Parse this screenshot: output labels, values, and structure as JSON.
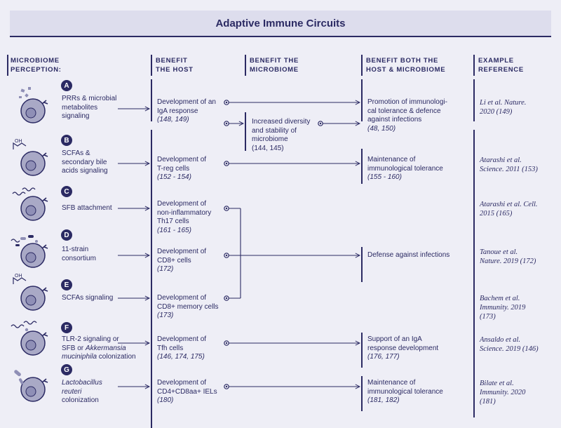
{
  "title": "Adaptive Immune Circuits",
  "headers": {
    "perception": [
      "MICROBIOME",
      "PERCEPTION:"
    ],
    "host": [
      "BENEFIT",
      "THE HOST"
    ],
    "microbiome": [
      "BENEFIT THE",
      "MICROBIOME"
    ],
    "both": [
      "BENEFIT BOTH THE",
      "HOST & MICROBIOME"
    ],
    "reference": [
      "EXAMPLE",
      "REFERENCE"
    ]
  },
  "rows": [
    {
      "badge": "A",
      "perception": [
        "PRRs & microbial",
        "metabolites",
        "signaling"
      ],
      "host": [
        "Development of an",
        "IgA response"
      ],
      "host_cite": "(148, 149)",
      "both": [
        "Promotion of immunologi-",
        "cal tolerance & defence",
        "against infections"
      ],
      "both_cite": "(48, 150)",
      "reference": [
        "Li et al. Nature.",
        "2020 (149)"
      ]
    },
    {
      "badge": "B",
      "perception": [
        "SCFAs &",
        "secondary bile",
        "acids signaling"
      ],
      "host": [
        "Development of",
        "T-reg cells"
      ],
      "host_cite": "(152 - 154)",
      "both": [
        "Maintenance of",
        "immunological tolerance"
      ],
      "both_cite": "(155 - 160)",
      "reference": [
        "Atarashi et al.",
        "Science. 2011 (153)"
      ]
    },
    {
      "badge": "C",
      "perception": [
        "SFB attachment"
      ],
      "host": [
        "Development of",
        "non-inflammatory",
        "Th17 cells"
      ],
      "host_cite": "(161 - 165)",
      "reference": [
        "Atarashi et al. Cell.",
        "2015 (165)"
      ]
    },
    {
      "badge": "D",
      "perception": [
        "11-strain",
        "consortium"
      ],
      "host": [
        "Development of",
        "CD8+ cells"
      ],
      "host_cite": "(172)",
      "both": [
        "Defense against infections"
      ],
      "reference": [
        "Tanoue et al.",
        "Nature. 2019 (172)"
      ]
    },
    {
      "badge": "E",
      "perception": [
        "SCFAs signaling"
      ],
      "host": [
        "Development of",
        "CD8+ memory cells"
      ],
      "host_cite": "(173)",
      "reference": [
        "Bachem et al.",
        "Immunity. 2019",
        "(173)"
      ]
    },
    {
      "badge": "F",
      "perception_rich": [
        [
          "TLR-2 signaling or",
          ""
        ],
        [
          "SFB or ",
          "Akkermansia"
        ],
        [
          "",
          "muciniphila"
        ],
        [
          " colonization",
          ""
        ]
      ],
      "host": [
        "Development of",
        "Tfh cells"
      ],
      "host_cite": "(146, 174, 175)",
      "both": [
        "Support of an IgA",
        "response development"
      ],
      "both_cite": "(176, 177)",
      "reference": [
        "Ansaldo et al.",
        "Science. 2019 (146)"
      ]
    },
    {
      "badge": "G",
      "perception_italic": [
        "Lactobacillus",
        "reuteri"
      ],
      "perception_tail": "colonization",
      "host": [
        "Development of",
        "CD4+CD8aa+ IELs"
      ],
      "host_cite": "(180)",
      "both": [
        "Maintenance of",
        "immunological tolerance"
      ],
      "both_cite": "(181, 182)",
      "reference": [
        "Bilate et al.",
        "Immunity. 2020",
        "(181)"
      ]
    }
  ],
  "microbiome_box": {
    "lines": [
      "Increased diversity",
      "and stability of",
      "microbiome"
    ],
    "cite": "(144, 145)"
  },
  "sidechain": "OH",
  "colors": {
    "ink": "#2b2a63",
    "background": "#eeeef6",
    "title_bar": "#dddded",
    "cell_fill": "#a9a9c6",
    "nucleus": "#8f8fb6"
  }
}
